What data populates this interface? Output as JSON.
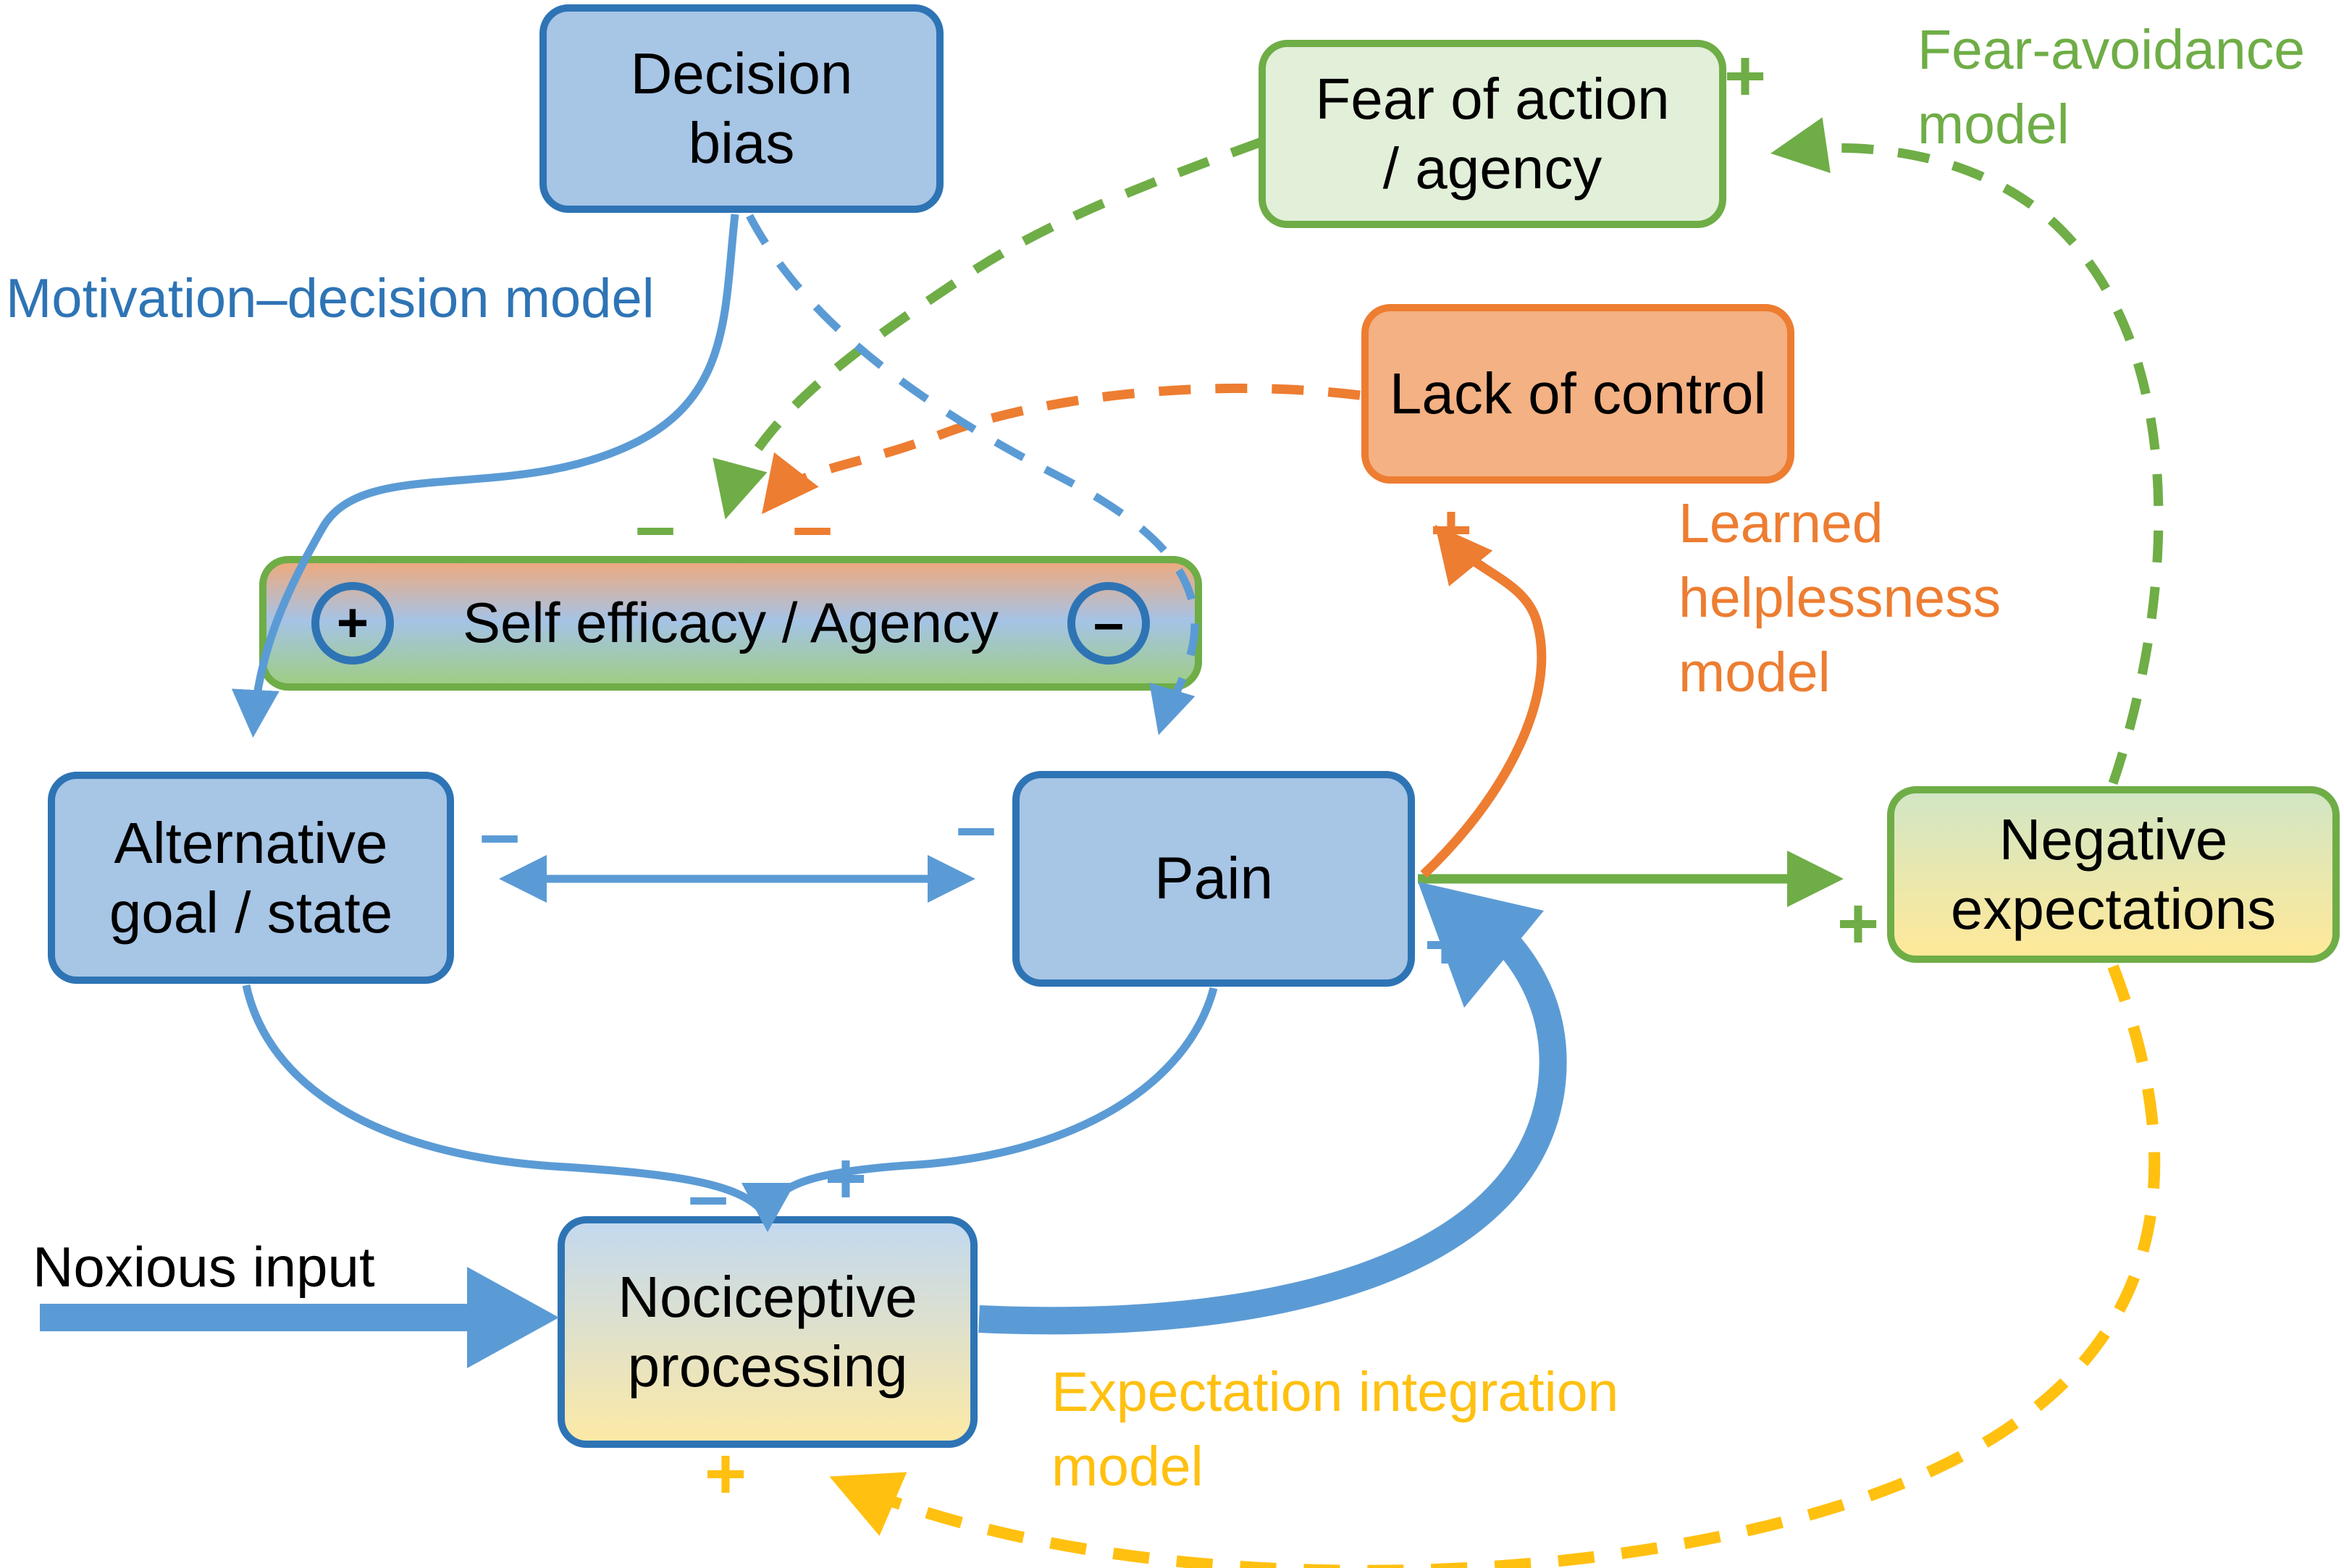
{
  "palette": {
    "blue": "#5b9bd5",
    "blue_dark": "#2e74b5",
    "blue_fill": "#a7c5e5",
    "green": "#6fad47",
    "green_fill": "#e2efd9",
    "orange": "#ed7d31",
    "orange_fill": "#f4b183",
    "yellow": "#ffc010",
    "se_top": "#edaa80",
    "se_mid": "#a5c3e6",
    "se_bot": "#9fcd86",
    "ne_top": "#d2e6c4",
    "ne_bot": "#ffe999",
    "np_top": "#c3d9ef",
    "np_bot": "#fce9a6"
  },
  "signs": {
    "plus": "+",
    "minus": "–"
  },
  "nodes": {
    "decision_bias": {
      "lines": [
        "Decision",
        "bias"
      ]
    },
    "fear_of_action": {
      "lines": [
        "Fear of action",
        "/ agency"
      ]
    },
    "lack_of_control": {
      "lines": [
        "Lack of control"
      ]
    },
    "self_efficacy": {
      "label": "Self efficacy / Agency",
      "plus": "+",
      "minus": "–"
    },
    "alternative_goal": {
      "lines": [
        "Alternative",
        "goal / state"
      ]
    },
    "pain": {
      "label": "Pain"
    },
    "negative_expectations": {
      "lines": [
        "Negative",
        "expectations"
      ]
    },
    "nociceptive_processing": {
      "lines": [
        "Nociceptive",
        "processing"
      ]
    }
  },
  "labels": {
    "motivation_decision_model": {
      "text": "Motivation–decision model"
    },
    "fear_avoidance_model": {
      "lines": [
        "Fear-avoidance",
        "model"
      ]
    },
    "learned_helplessness_model": {
      "lines": [
        "Learned",
        "helplessness",
        "model"
      ]
    },
    "expectation_integration_model": {
      "lines": [
        "Expectation integration",
        "model"
      ]
    },
    "noxious_input": {
      "text": "Noxious input"
    }
  },
  "edges": [
    {
      "from": "decision_bias",
      "to": "alternative_goal",
      "style": "solid",
      "color": "blue",
      "model": "motivation_decision_model"
    },
    {
      "from": "decision_bias",
      "to": "pain",
      "style": "dashed",
      "color": "blue",
      "model": "motivation_decision_model"
    },
    {
      "from": "fear_of_action",
      "to": "self_efficacy",
      "style": "dashed",
      "color": "green",
      "sign": "–",
      "model": "fear_avoidance_model"
    },
    {
      "from": "lack_of_control",
      "to": "self_efficacy",
      "style": "dashed",
      "color": "orange",
      "sign": "–",
      "model": "learned_helplessness_model"
    },
    {
      "between": [
        "alternative_goal",
        "pain"
      ],
      "style": "solid",
      "color": "blue",
      "signs": [
        "–",
        "–"
      ],
      "bidirectional": true
    },
    {
      "from": "alternative_goal",
      "to": "nociceptive_processing",
      "style": "solid",
      "color": "blue",
      "sign": "–"
    },
    {
      "from": "pain",
      "to": "nociceptive_processing",
      "style": "solid",
      "color": "blue",
      "sign": "+"
    },
    {
      "from": "noxious_input",
      "to": "nociceptive_processing",
      "style": "thick",
      "color": "blue"
    },
    {
      "from": "nociceptive_processing",
      "to": "pain",
      "style": "thick",
      "color": "blue",
      "sign": "+"
    },
    {
      "from": "pain",
      "to": "negative_expectations",
      "style": "solid",
      "color": "green",
      "sign": "+"
    },
    {
      "from": "negative_expectations",
      "to": "fear_of_action",
      "style": "dashed",
      "color": "green",
      "sign": "+",
      "model": "fear_avoidance_model"
    },
    {
      "from": "pain",
      "to": "lack_of_control",
      "style": "solid",
      "color": "orange",
      "sign": "+",
      "model": "learned_helplessness_model"
    },
    {
      "from": "negative_expectations",
      "to": "nociceptive_processing",
      "style": "dashed",
      "color": "yellow",
      "sign": "+",
      "model": "expectation_integration_model"
    }
  ]
}
